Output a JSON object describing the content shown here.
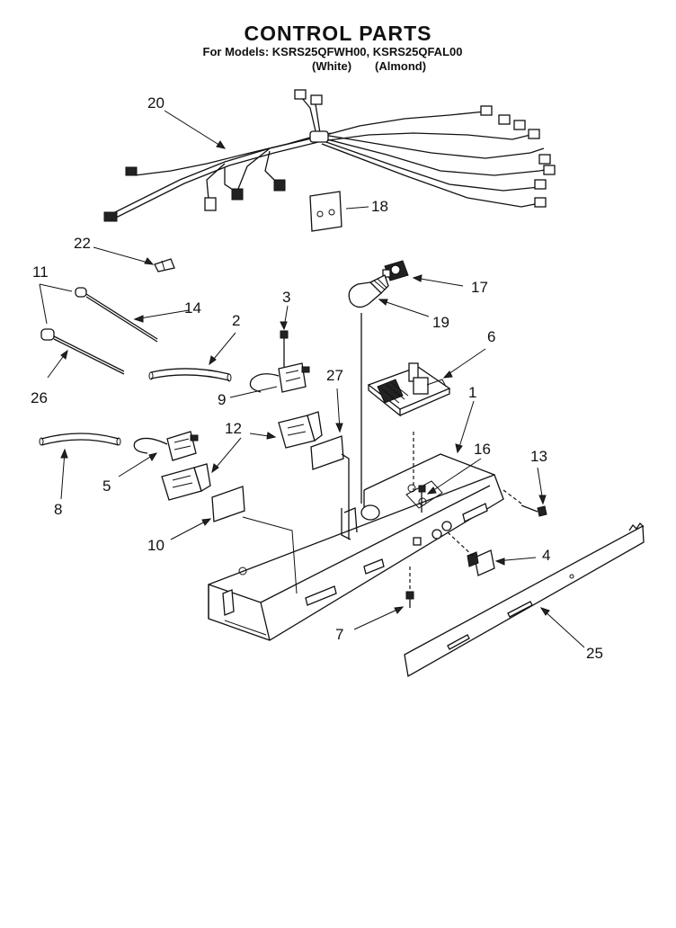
{
  "header": {
    "title": "CONTROL PARTS",
    "models_line": "For Models: KSRS25QFWH00, KSRS25QFAL00",
    "variant_white": "(White)",
    "variant_almond": "(Almond)"
  },
  "callouts": {
    "c1": "1",
    "c2": "2",
    "c3": "3",
    "c4": "4",
    "c5": "5",
    "c6": "6",
    "c7": "7",
    "c8": "8",
    "c9": "9",
    "c10": "10",
    "c11": "11",
    "c12": "12",
    "c13": "13",
    "c14": "14",
    "c16": "16",
    "c17": "17",
    "c18": "18",
    "c19": "19",
    "c20": "20",
    "c22": "22",
    "c25": "25",
    "c26": "26",
    "c27": "27"
  }
}
